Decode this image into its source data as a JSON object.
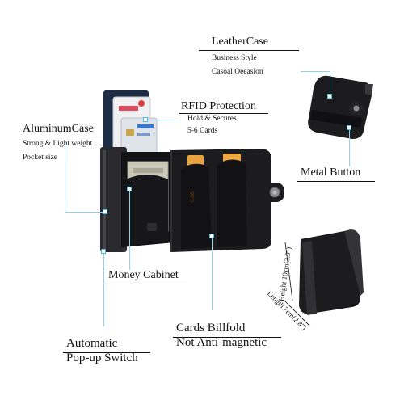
{
  "leather_case": {
    "title": "LeatherCase",
    "line1": "Business Style",
    "line2": "Casoal Oeeasion"
  },
  "rfid": {
    "title": "RFID Protection",
    "line1": "Hold & Secures",
    "line2": "5-6 Cards"
  },
  "aluminum_case": {
    "title": "AluminumCase",
    "line1": "Strong & Light weight",
    "line2": "Pocket size"
  },
  "metal_button": {
    "title": "Metal Button"
  },
  "money_cabinet": {
    "title": "Money Cabinet"
  },
  "pop_up_switch": {
    "line1": "Automatic",
    "line2": "Pop-up Switch"
  },
  "cards_billfold": {
    "line1": "Cards Billfold",
    "line2": "Not Anti-magnetic"
  },
  "dimensions": {
    "height": "Height 10cm(3.9\")",
    "length": "Length 7cm(2.8\")"
  },
  "card_print": {
    "brand": "CGB"
  },
  "colors": {
    "leader_line": "#8fd3ea",
    "marker": "#4fb8de",
    "leather": "#1c1c1e",
    "card_gold": "#e9a33c"
  }
}
